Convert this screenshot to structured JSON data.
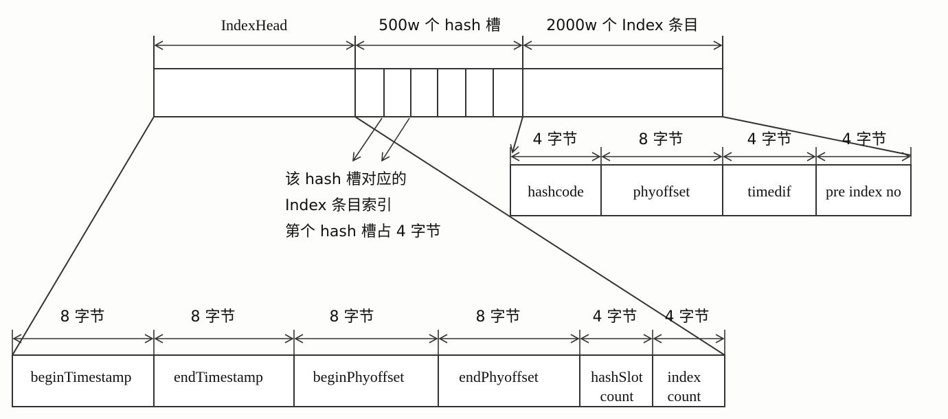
{
  "top": {
    "sections": [
      "IndexHead",
      "500w 个 hash 槽",
      "2000w 个 Index 条目"
    ]
  },
  "annotation": {
    "lines": [
      "该 hash 槽对应的",
      "Index 条目索引",
      "第个 hash 槽占 4 字节"
    ]
  },
  "entry": {
    "byte_labels": [
      "4 字节",
      "8 字节",
      "4 字节",
      "4 字节"
    ],
    "fields": [
      "hashcode",
      "phyoffset",
      "timedif",
      "pre index no"
    ]
  },
  "head": {
    "byte_labels": [
      "8 字节",
      "8 字节",
      "8 字节",
      "8 字节",
      "4 字节",
      "4 字节"
    ],
    "fields": [
      [
        "beginTimestamp"
      ],
      [
        "endTimestamp"
      ],
      [
        "beginPhyoffset"
      ],
      [
        "endPhyoffset"
      ],
      [
        "hashSlot",
        "count"
      ],
      [
        "index",
        "count"
      ]
    ]
  },
  "colors": {
    "line": "#333333",
    "background": "#fdfdfb"
  }
}
